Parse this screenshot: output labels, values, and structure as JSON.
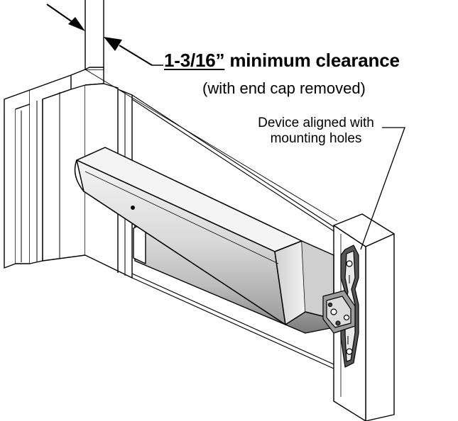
{
  "diagram": {
    "clearance": {
      "value": "1-3/16”",
      "text": " minimum clearance",
      "note": "(with end cap removed)"
    },
    "alignment": {
      "note": "Device aligned with mounting holes"
    }
  },
  "colors": {
    "stroke": "#000000",
    "device_light": "#efefef",
    "device_mid": "#c8c8c8",
    "device_dark": "#5a5a5a",
    "background": "#ffffff"
  }
}
